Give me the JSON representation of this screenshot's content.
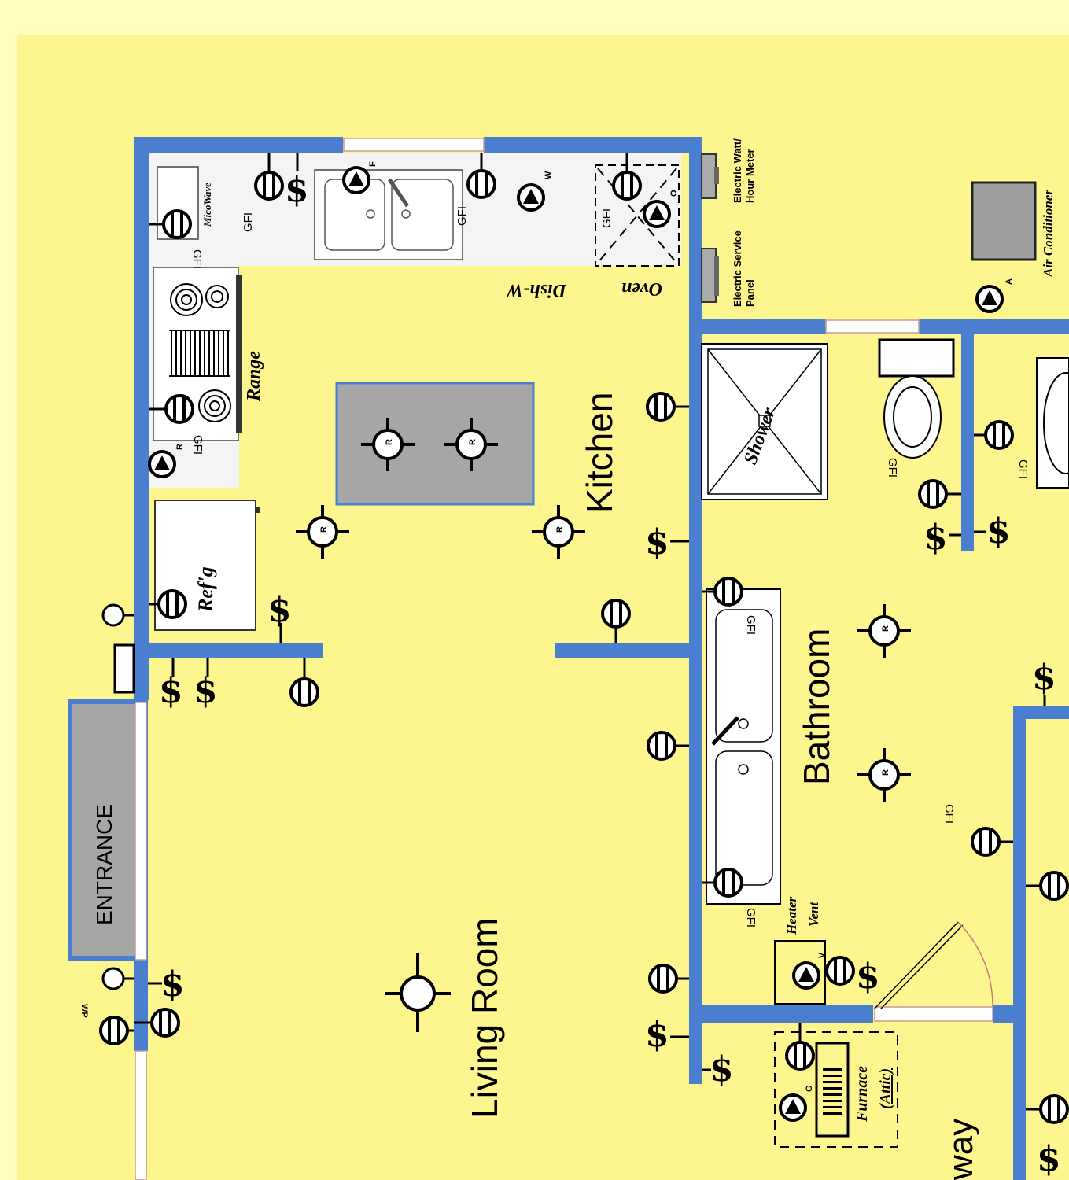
{
  "rooms": {
    "kitchen": "Kitchen",
    "living_room": "Living Room",
    "bathroom": "Bathroom",
    "hallway_partial": "way",
    "entrance": "ENTRANCE"
  },
  "appliances": {
    "microwave": "MicoWave",
    "range": "Range",
    "refrigerator": "Ref'g",
    "dishwasher": "Dish-W",
    "oven": "Oven",
    "shower": "Shower",
    "heater_vent_1": "Heater",
    "heater_vent_2": "Vent",
    "furnace": "Furnace",
    "attic": "(Attic)",
    "air_conditioner": "Air Conditioner",
    "meter_1": "Electric Watt/",
    "meter_2": "Hour Meter",
    "panel_1": "Electric Service",
    "panel_2": "Panel"
  },
  "codes": {
    "gfi": "GFI",
    "receptacle": "R",
    "wp": "WP",
    "switch": "$",
    "fan": "F",
    "washer": "W",
    "oven": "O",
    "vent": "V",
    "gas": "G",
    "ac": "A"
  },
  "colors": {
    "background": "#fffcc0",
    "floor": "#fdf68e",
    "wall": "#4a7ecf",
    "counter": "#f4f4f4",
    "fixture_gray": "#a6a6a6"
  }
}
